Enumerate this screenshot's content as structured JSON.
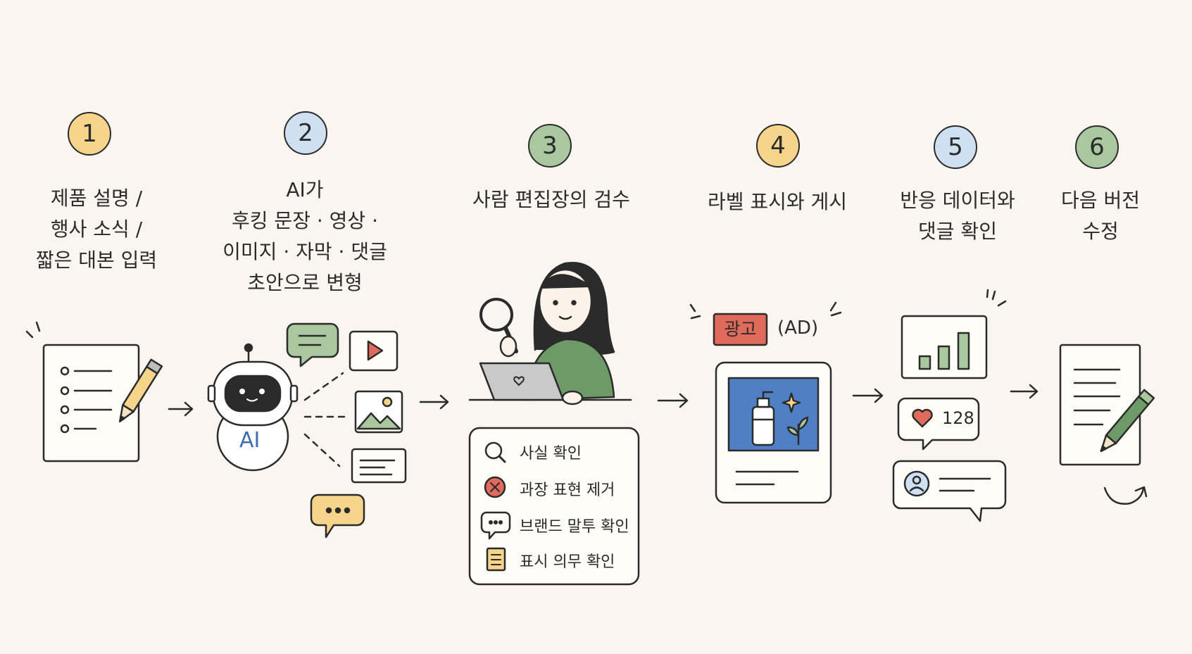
{
  "steps": [
    {
      "num": "1",
      "title": "제품 설명 /\n행사 소식 /\n짧은 대본 입력",
      "color": "#f6d58a"
    },
    {
      "num": "2",
      "title": "AI가\n후킹 문장 · 영상 ·\n이미지 · 자막 · 댓글\n초안으로 변형",
      "color": "#cfe0f2"
    },
    {
      "num": "3",
      "title": "사람 편집장의 검수",
      "color": "#a9c8a0"
    },
    {
      "num": "4",
      "title": "라벨 표시와 게시",
      "color": "#f6d58a"
    },
    {
      "num": "5",
      "title": "반응 데이터와\n댓글 확인",
      "color": "#cfe0f2"
    },
    {
      "num": "6",
      "title": "다음 버전\n수정",
      "color": "#a9c8a0"
    }
  ],
  "robot_label": "AI",
  "review_checklist": [
    {
      "label": "사실 확인",
      "icon": "magnifier-icon"
    },
    {
      "label": "과장 표현 제거",
      "icon": "x-circle-icon"
    },
    {
      "label": "브랜드 말투 확인",
      "icon": "speech-bubble-icon"
    },
    {
      "label": "표시 의무 확인",
      "icon": "document-icon"
    }
  ],
  "ad_badge": "광고",
  "ad_badge_en": "(AD)",
  "like_count": "128",
  "colors": {
    "ink": "#2b2b2b",
    "background": "#faf6ef",
    "yellow": "#f6d58a",
    "blue": "#cfe0f2",
    "green": "#a9c8a0",
    "red": "#e06b5d",
    "image_blue": "#4f80c4"
  }
}
